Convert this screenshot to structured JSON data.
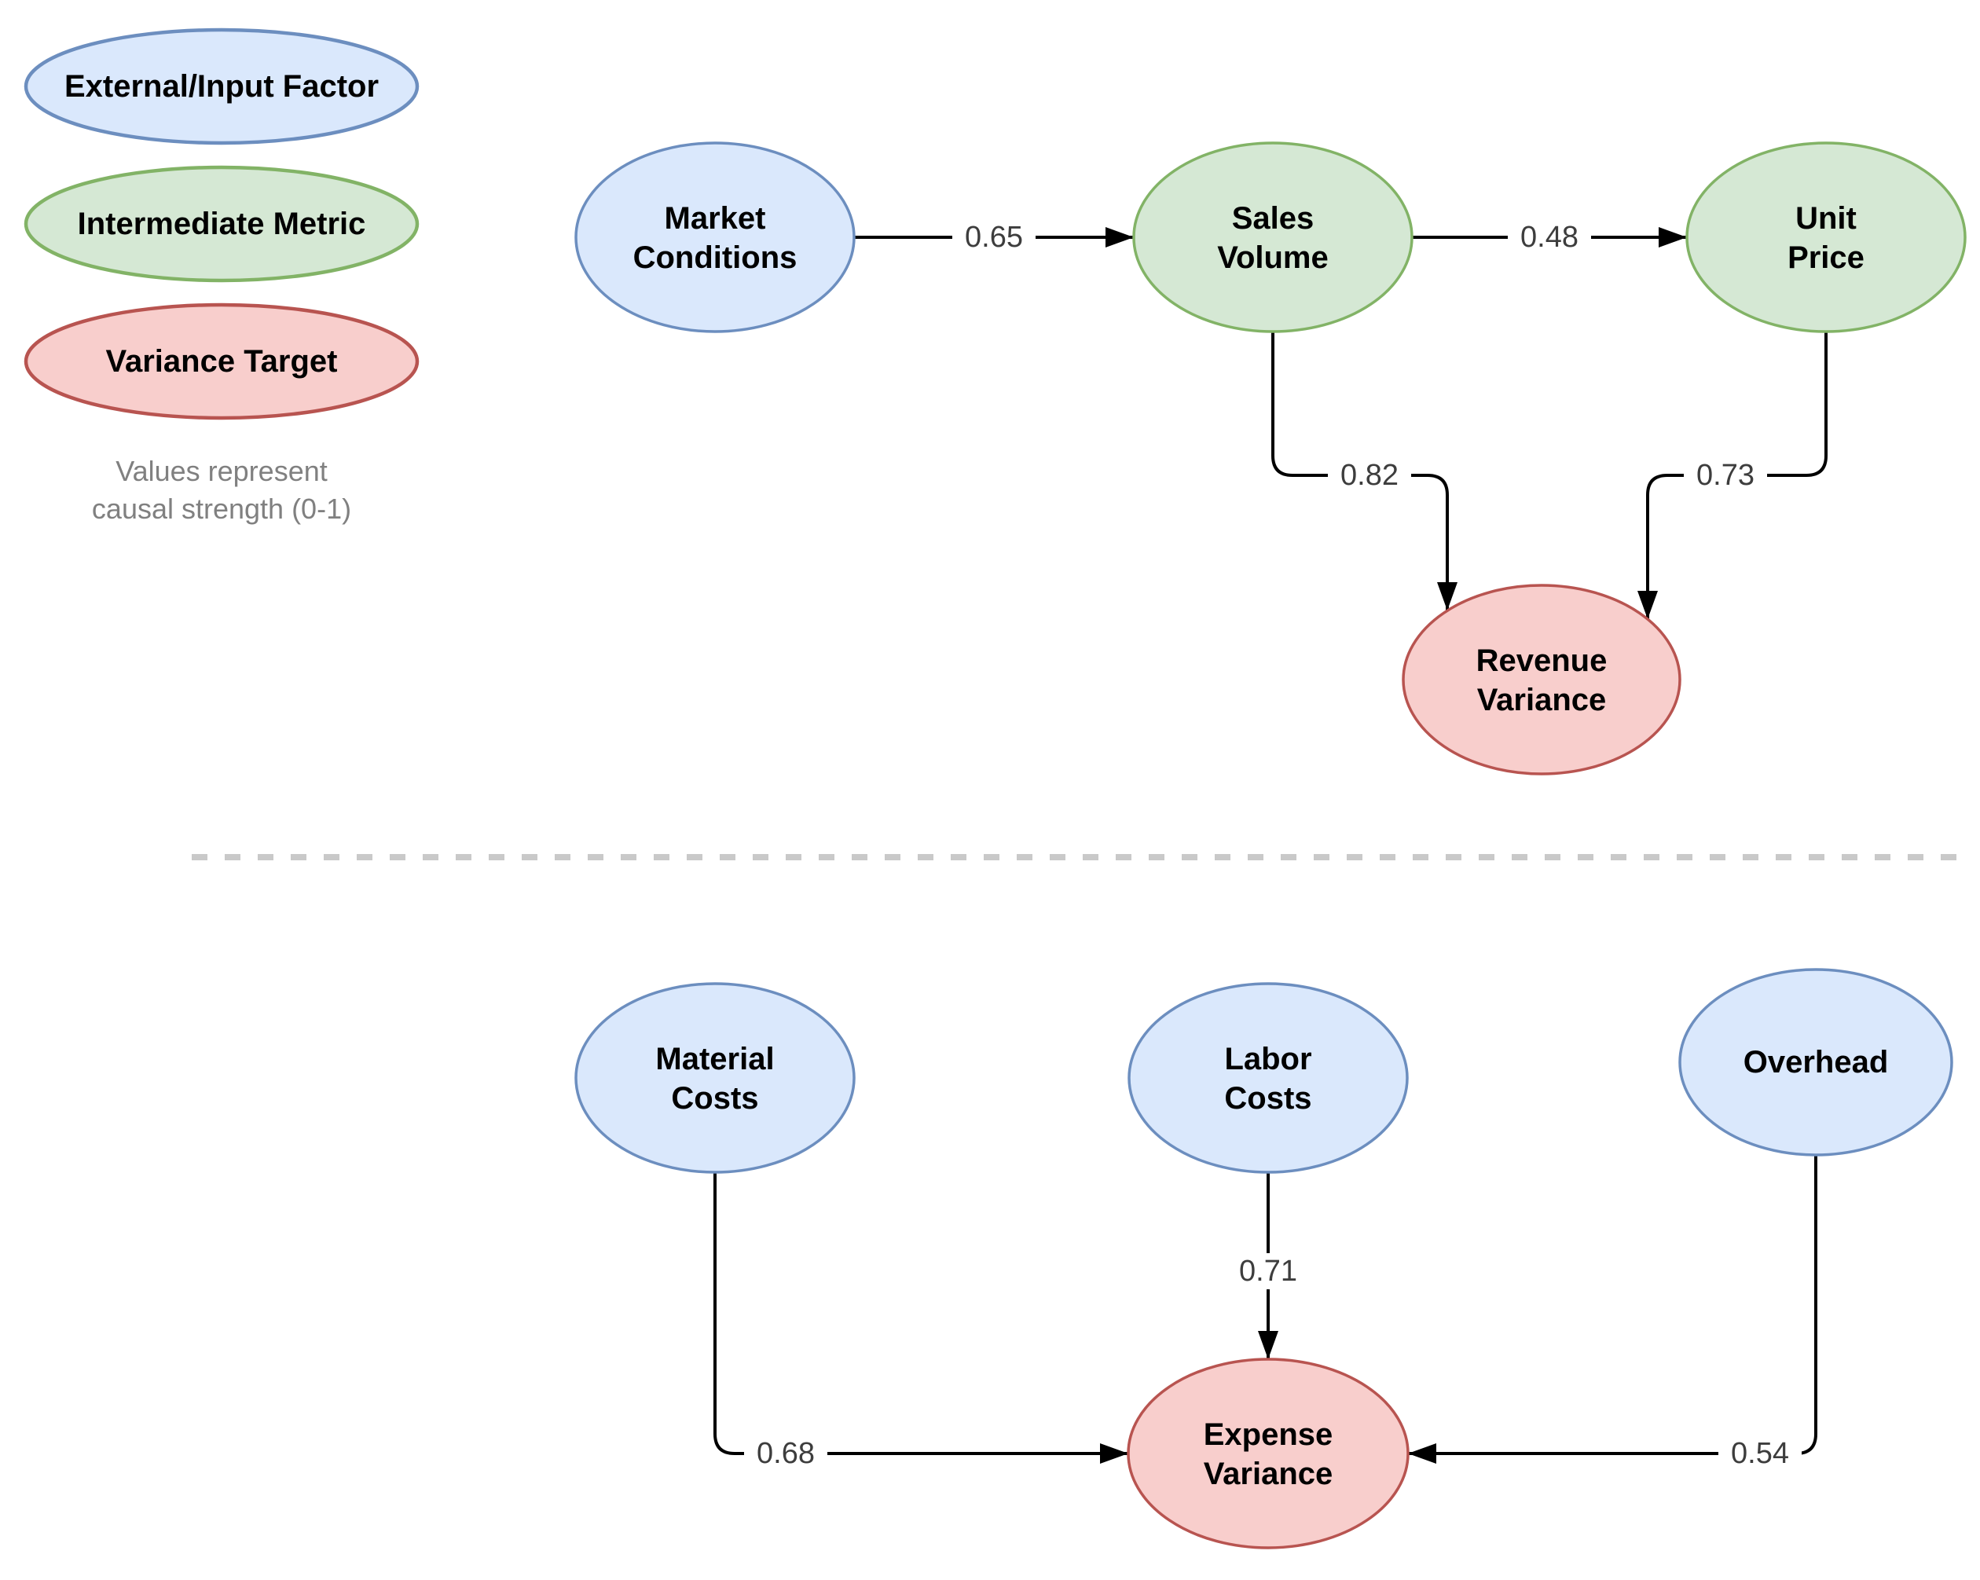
{
  "legend": {
    "items": [
      {
        "key": "external",
        "label": "External/Input Factor"
      },
      {
        "key": "intermediate",
        "label": "Intermediate Metric"
      },
      {
        "key": "target",
        "label": "Variance Target"
      }
    ],
    "note_line1": "Values represent",
    "note_line2": "causal strength (0-1)"
  },
  "colors": {
    "external": {
      "fill": "#dae8fc",
      "stroke": "#6c8ebf"
    },
    "intermediate": {
      "fill": "#d5e8d4",
      "stroke": "#82b366"
    },
    "target": {
      "fill": "#f8cecc",
      "stroke": "#b85450"
    },
    "edge": "#000000",
    "edge_label": "#3d3d3d",
    "note": "#808080",
    "divider": "#c9c9c9"
  },
  "nodes": {
    "market_conditions": {
      "line1": "Market",
      "line2": "Conditions",
      "type": "external"
    },
    "sales_volume": {
      "line1": "Sales",
      "line2": "Volume",
      "type": "intermediate"
    },
    "unit_price": {
      "line1": "Unit",
      "line2": "Price",
      "type": "intermediate"
    },
    "revenue_variance": {
      "line1": "Revenue",
      "line2": "Variance",
      "type": "target"
    },
    "material_costs": {
      "line1": "Material",
      "line2": "Costs",
      "type": "external"
    },
    "labor_costs": {
      "line1": "Labor",
      "line2": "Costs",
      "type": "external"
    },
    "overhead": {
      "label": "Overhead",
      "type": "external"
    },
    "expense_variance": {
      "line1": "Expense",
      "line2": "Variance",
      "type": "target"
    }
  },
  "edges": {
    "market_to_sales": {
      "from": "Market Conditions",
      "to": "Sales Volume",
      "weight": "0.65"
    },
    "sales_to_unitprice": {
      "from": "Sales Volume",
      "to": "Unit Price",
      "weight": "0.48"
    },
    "sales_to_revenue": {
      "from": "Sales Volume",
      "to": "Revenue Variance",
      "weight": "0.82"
    },
    "unitprice_to_revenue": {
      "from": "Unit Price",
      "to": "Revenue Variance",
      "weight": "0.73"
    },
    "labor_to_expense": {
      "from": "Labor Costs",
      "to": "Expense Variance",
      "weight": "0.71"
    },
    "material_to_expense": {
      "from": "Material Costs",
      "to": "Expense Variance",
      "weight": "0.68"
    },
    "overhead_to_expense": {
      "from": "Overhead",
      "to": "Expense Variance",
      "weight": "0.54"
    }
  }
}
